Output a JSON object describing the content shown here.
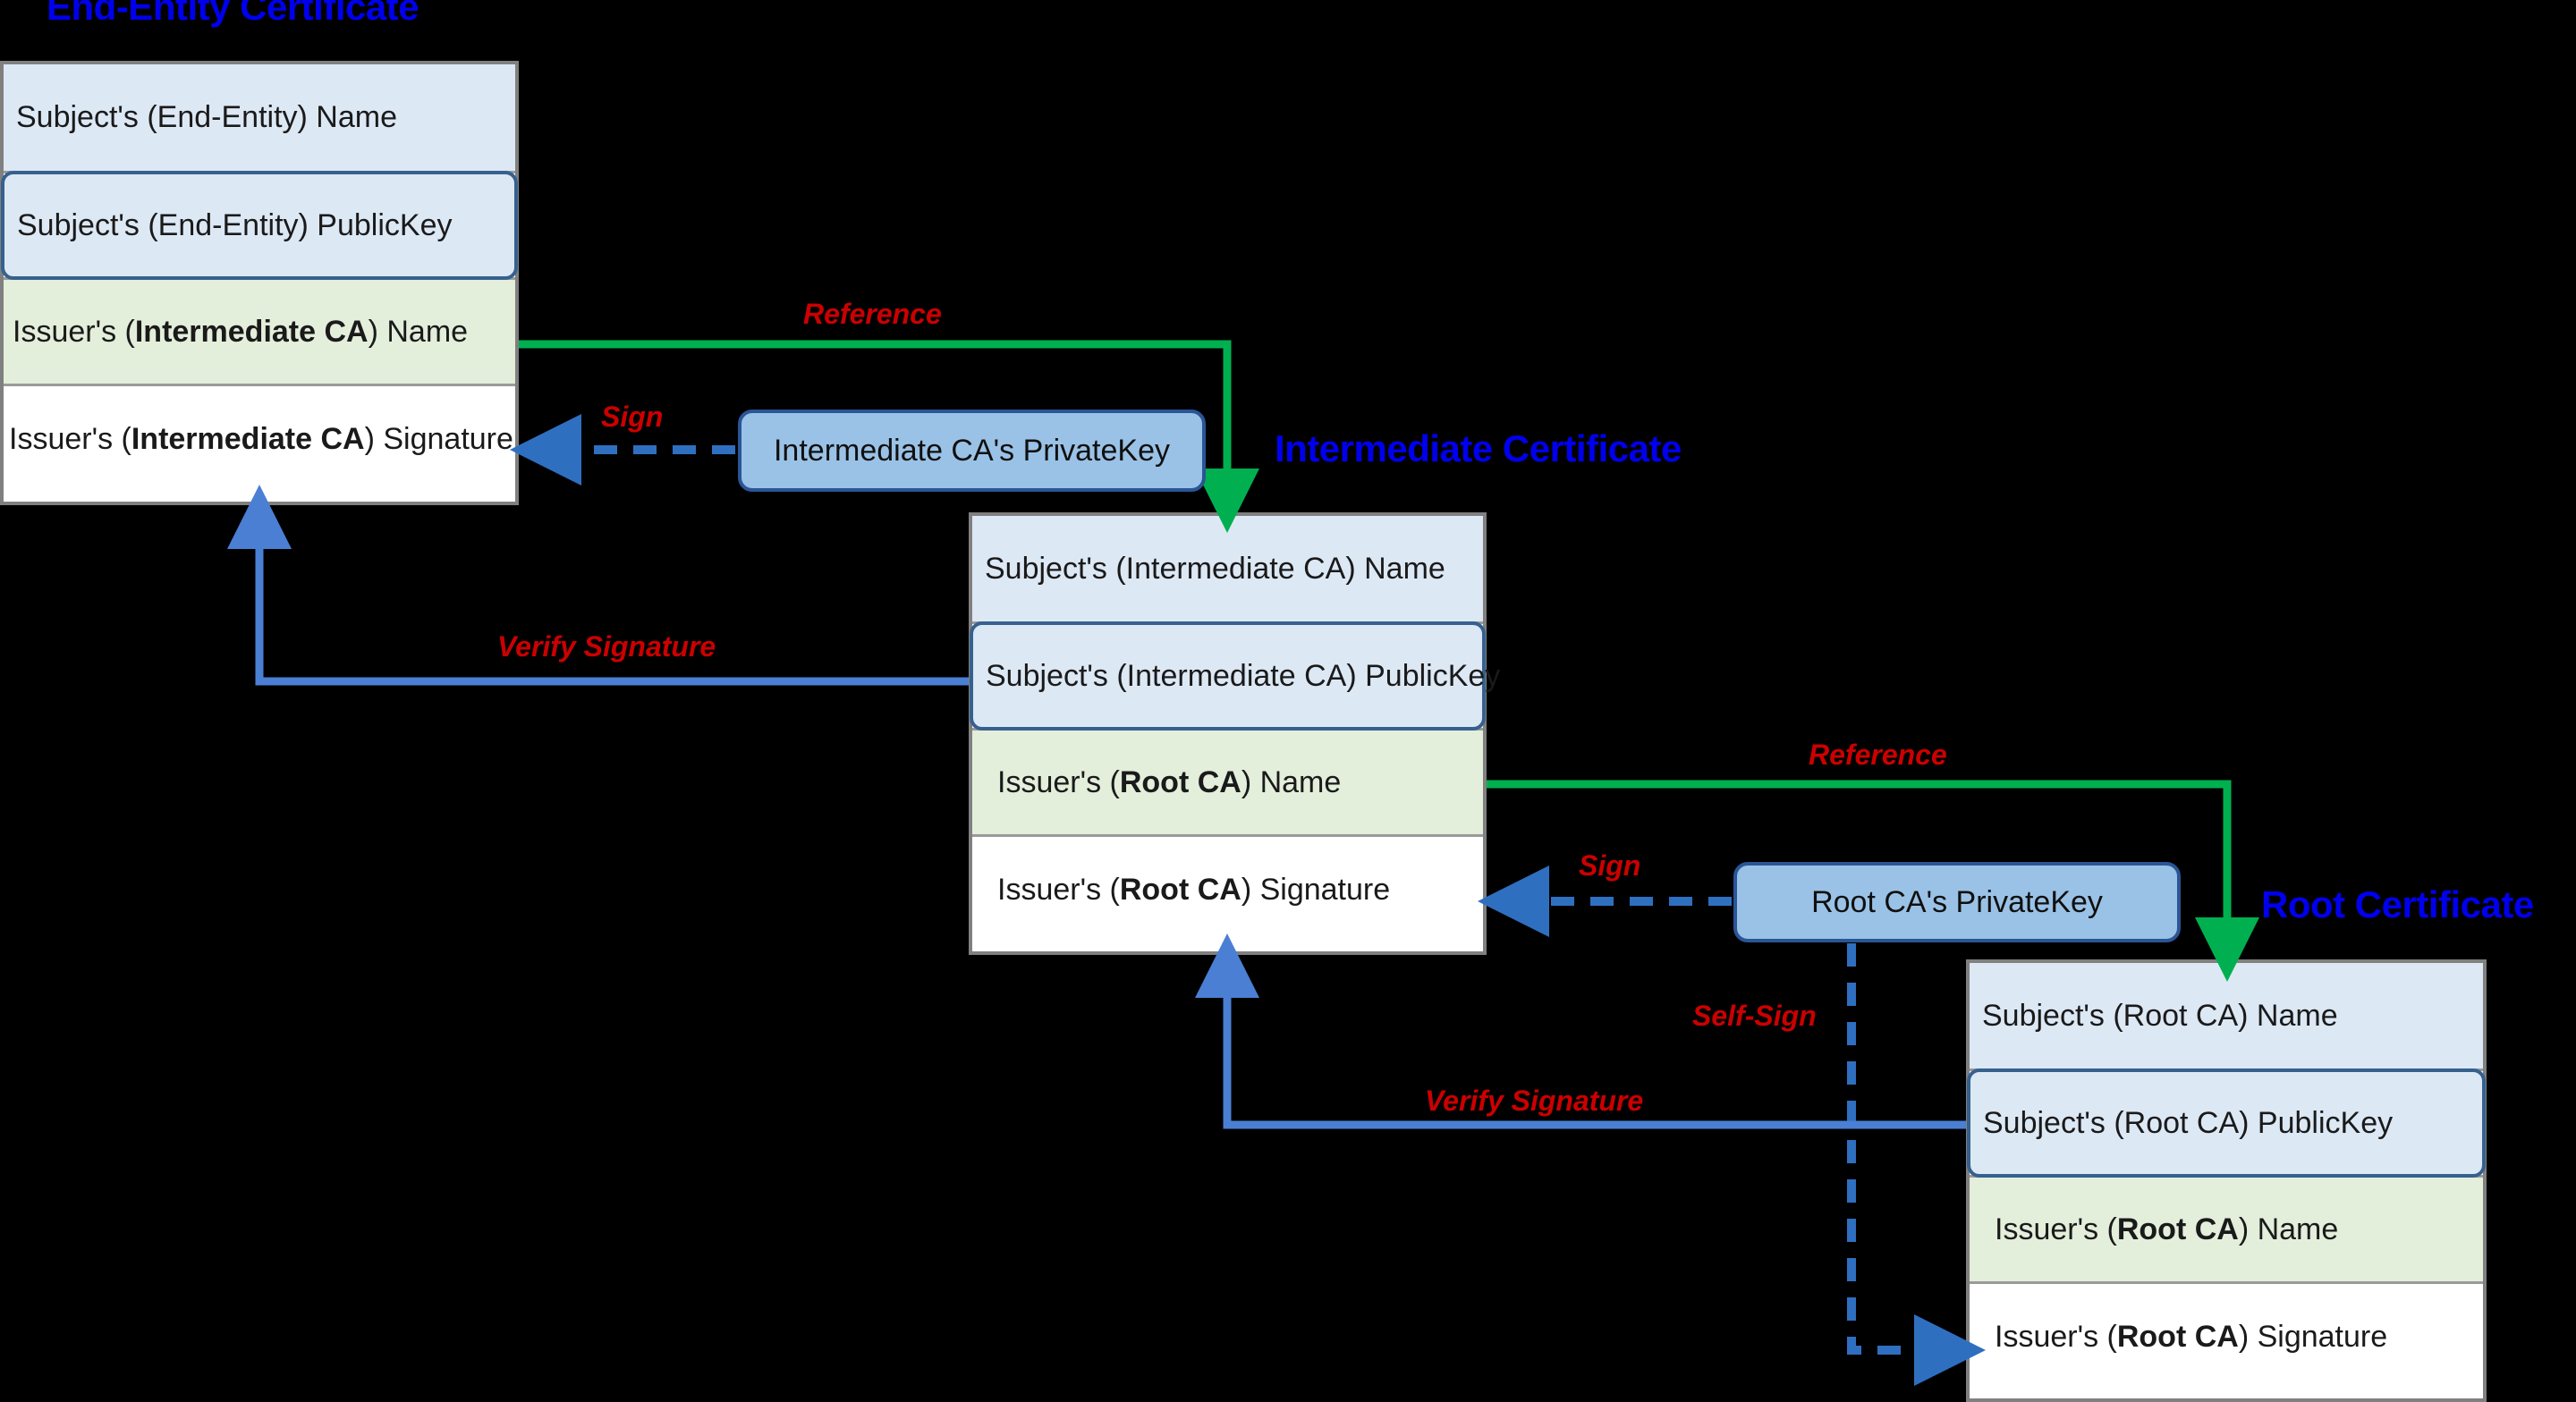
{
  "diagram": {
    "title_color": "#0000ee",
    "label_color": "#cc0000",
    "reference_color": "#00b050",
    "sign_color": "#2f6fc0",
    "verify_color": "#4a7fd4"
  },
  "end_entity": {
    "title": "End-Entity Certificate",
    "rows": [
      {
        "label": "Subject's (End-Entity) Name",
        "kind": "name"
      },
      {
        "label": "Subject's (End-Entity) PublicKey",
        "kind": "pubkey"
      },
      {
        "label_pre": "Issuer's (",
        "label_bold": "Intermediate CA",
        "label_post": ") Name",
        "kind": "issuer"
      },
      {
        "label_pre": "Issuer's (",
        "label_bold": "Intermediate CA",
        "label_post": ") Signature",
        "kind": "signature"
      }
    ]
  },
  "intermediate": {
    "title": "Intermediate Certificate",
    "private_key": "Intermediate CA's PrivateKey",
    "rows": [
      {
        "label": "Subject's (Intermediate CA) Name",
        "kind": "name"
      },
      {
        "label": "Subject's (Intermediate CA) PublicKey",
        "kind": "pubkey"
      },
      {
        "label_pre": "Issuer's (",
        "label_bold": "Root CA",
        "label_post": ") Name",
        "kind": "issuer"
      },
      {
        "label_pre": "Issuer's (",
        "label_bold": "Root CA",
        "label_post": ") Signature",
        "kind": "signature"
      }
    ]
  },
  "root": {
    "title": "Root Certificate",
    "private_key": "Root CA's PrivateKey",
    "rows": [
      {
        "label": "Subject's (Root CA) Name",
        "kind": "name"
      },
      {
        "label": "Subject's (Root CA) PublicKey",
        "kind": "pubkey"
      },
      {
        "label_pre": "Issuer's (",
        "label_bold": "Root CA",
        "label_post": ") Name",
        "kind": "issuer"
      },
      {
        "label_pre": "Issuer's (",
        "label_bold": "Root CA",
        "label_post": ") Signature",
        "kind": "signature"
      }
    ]
  },
  "edges": {
    "reference_top": "Reference",
    "reference_bottom": "Reference",
    "sign_top": "Sign",
    "sign_bottom": "Sign",
    "verify_top": "Verify Signature",
    "verify_bottom": "Verify Signature",
    "self_sign": "Self-Sign"
  }
}
